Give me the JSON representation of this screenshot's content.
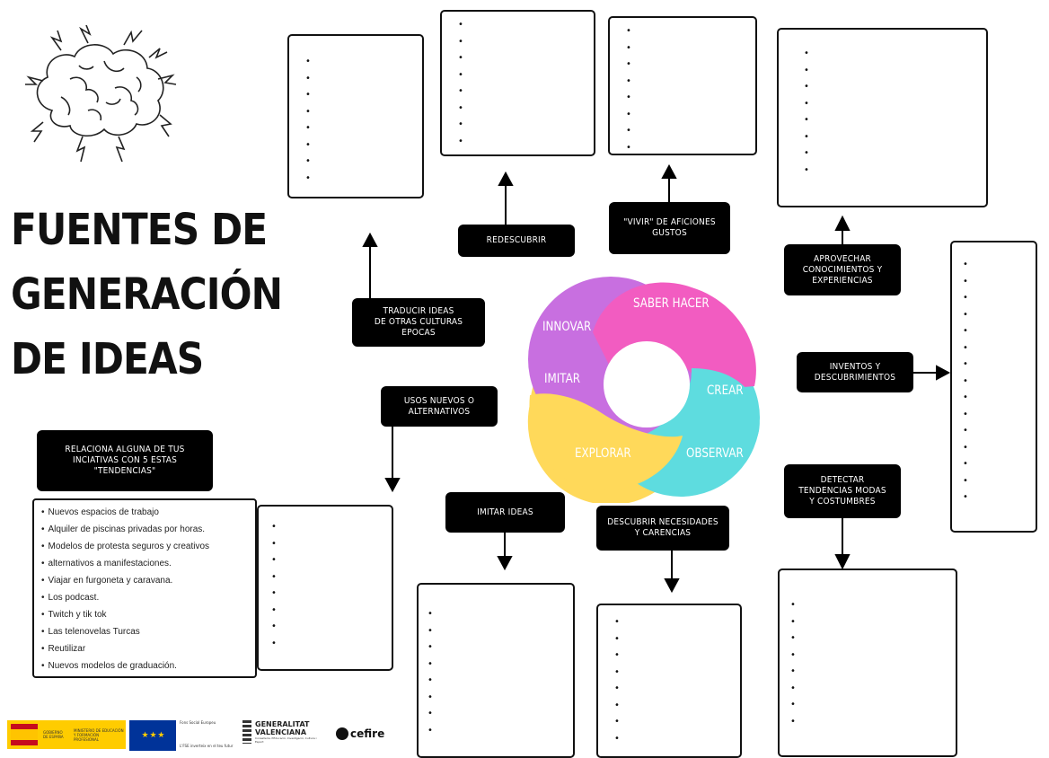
{
  "title": "FUENTES DE\nGENERACIÓN\nDE IDEAS",
  "labels": {
    "redescubrir": "REDESCUBRIR",
    "vivir": "\"VIVIR\" DE AFICIONES\nGUSTOS",
    "aprovechar": "APROVECHAR\nCONOCIMIENTOS Y\nEXPERIENCIAS",
    "traducir": "TRADUCIR IDEAS\nDE OTRAS CULTURAS EPOCAS",
    "usos": "USOS NUEVOS O\nALTERNATIVOS",
    "inventos": "INVENTOS Y\nDESCUBRIMIENTOS",
    "imitar_ideas": "IMITAR IDEAS",
    "descubrir": "DESCUBRIR NECESIDADES\nY CARENCIAS",
    "detectar": "DETECTAR\nTENDENCIAS MODAS\nY COSTUMBRES",
    "relaciona": "RELACIONA ALGUNA DE TUS\nINCIATIVAS CON 5 ESTAS\n\"TENDENCIAS\""
  },
  "circle": {
    "innovar": "INNOVAR",
    "saber_hacer": "SABER HACER",
    "imitar": "IMITAR",
    "crear": "CREAR",
    "explorar": "EXPLORAR",
    "observar": "OBSERVAR",
    "colors": {
      "purple": "#C86FE0",
      "pink": "#F25CC1",
      "cyan": "#5EDCDF",
      "yellow": "#FFD95A"
    }
  },
  "trends": [
    "Nuevos espacios de trabajo",
    "Alquiler de piscinas privadas por horas.",
    "Modelos de protesta seguros y creativos",
    "alternativos a manifestaciones.",
    "Viajar en furgoneta y caravana.",
    "Los podcast.",
    "Twitch y tik tok",
    "Las telenovelas Turcas",
    "Reutilizar",
    "Nuevos modelos de graduación."
  ],
  "logos": {
    "ministerio": "MINISTERIO DE EDUCACIÓN Y FORMACIÓN PROFESIONAL",
    "gobierno": "GOBIERNO DE ESPAÑA",
    "fse": "Fons Social Europeu",
    "fse_tagline": "L'FSE inverteix en el teu futur",
    "generalitat": "GENERALITAT\nVALENCIANA",
    "conselleria": "Conselleria d'Educació, Investigació, Cultura i Esport",
    "cefire": "cefire"
  }
}
